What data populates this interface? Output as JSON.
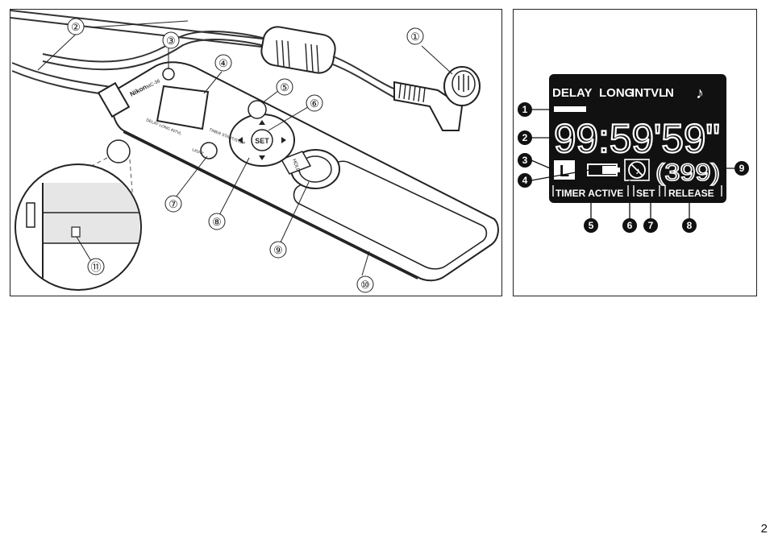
{
  "left_figure": {
    "callouts": [
      "①",
      "②",
      "③",
      "④",
      "⑤",
      "⑥",
      "⑦",
      "⑧",
      "⑨",
      "⑩",
      "⑪"
    ],
    "device_brand": "Nikon",
    "device_model": "MC-36",
    "device_lcd_caption": "DELAY LONG INTVL",
    "device_lcd_caption_extra": "N ♪",
    "device_top_label": "TIMER START/STOP",
    "device_light_label": "LIGHT",
    "device_hold_label": "HOLD",
    "set_button_label": "SET"
  },
  "right_figure": {
    "lcd_top_labels": [
      "DELAY",
      "LONG",
      "INTVL",
      "N",
      "♪"
    ],
    "time_display": "99:59'59\"",
    "mode_letter": "L",
    "counter_display": "(399)",
    "bottom_labels": [
      "TIMER ACTIVE",
      "SET",
      "RELEASE"
    ],
    "bullets": [
      "1",
      "2",
      "3",
      "4",
      "5",
      "6",
      "7",
      "8",
      "9"
    ]
  },
  "page_number": "2"
}
